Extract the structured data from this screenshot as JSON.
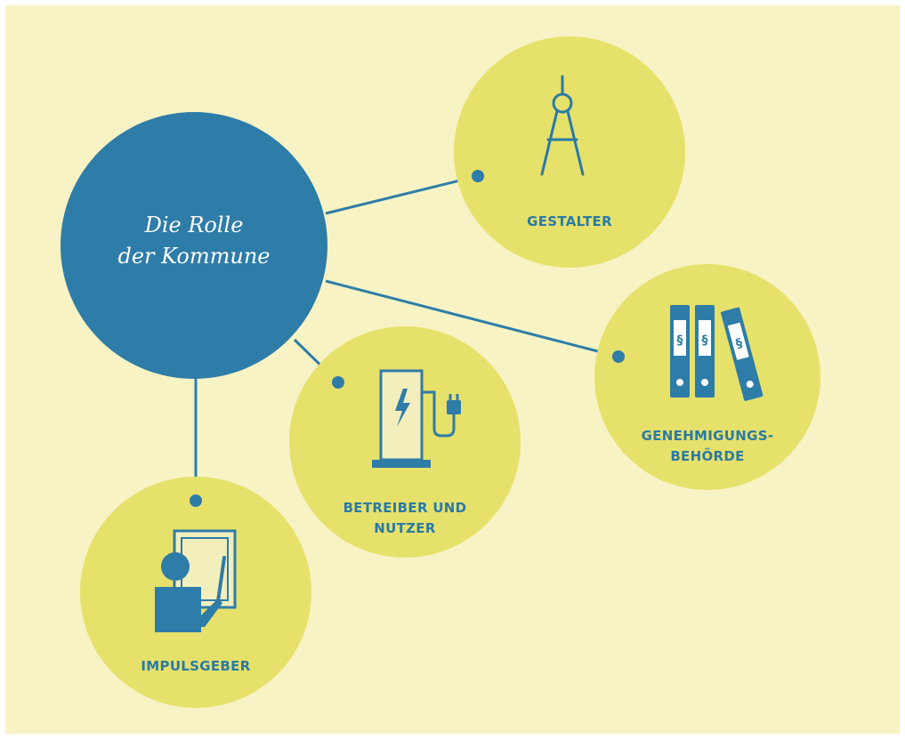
{
  "center": {
    "line1": "Die Rolle",
    "line2": "der Kommune"
  },
  "nodes": {
    "gestalter": {
      "label": "GESTALTER",
      "icon": "compass-icon"
    },
    "genehmigung": {
      "line1": "GENEHMIGUNGS-",
      "line2": "BEHÖRDE",
      "icon": "legal-binders-icon",
      "binder_symbol": "§"
    },
    "betreiber": {
      "line1": "BETREIBER UND",
      "line2": "NUTZER",
      "icon": "charging-station-icon"
    },
    "impulsgeber": {
      "label": "IMPULSGEBER",
      "icon": "presenter-icon"
    }
  },
  "colors": {
    "background": "#f7f3c4",
    "node_fill": "#e6e16a",
    "center_fill": "#2e7ca8",
    "accent": "#2a7aa6",
    "connector": "#2e7ca8"
  }
}
